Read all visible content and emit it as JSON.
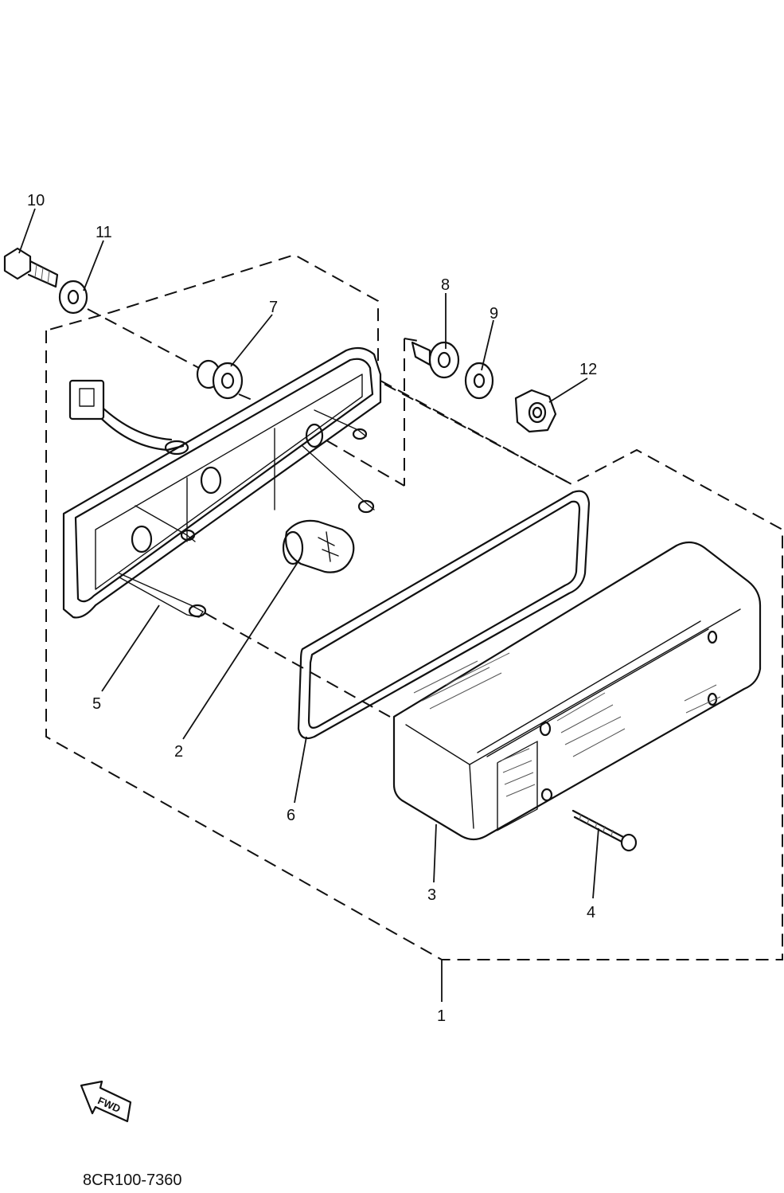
{
  "diagram": {
    "drawing_code": "8CR100-7360",
    "direction_marker": "FWD",
    "callouts": [
      {
        "id": "1",
        "part": "tail-light-assembly"
      },
      {
        "id": "2",
        "part": "bulb"
      },
      {
        "id": "3",
        "part": "lens"
      },
      {
        "id": "4",
        "part": "lens-screw"
      },
      {
        "id": "5",
        "part": "socket-base"
      },
      {
        "id": "6",
        "part": "gasket"
      },
      {
        "id": "7",
        "part": "grommet"
      },
      {
        "id": "8",
        "part": "collar"
      },
      {
        "id": "9",
        "part": "washer"
      },
      {
        "id": "10",
        "part": "bolt"
      },
      {
        "id": "11",
        "part": "washer"
      },
      {
        "id": "12",
        "part": "nut"
      }
    ]
  }
}
